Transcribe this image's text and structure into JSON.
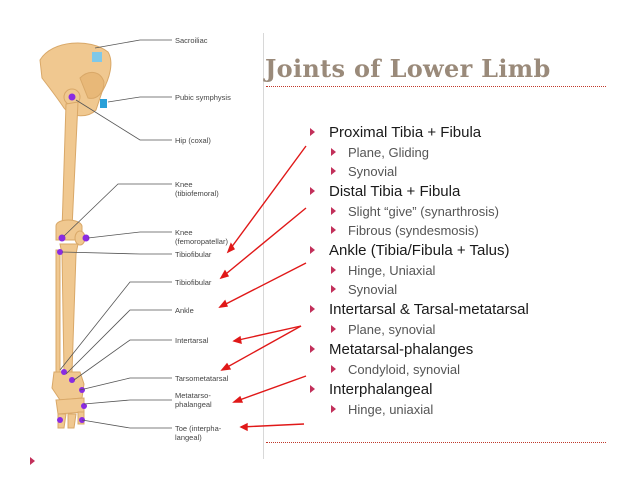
{
  "title": "Joints of Lower Limb",
  "figure_labels": {
    "sacroiliac": "Sacroiliac",
    "pubic_symphysis": "Pubic symphysis",
    "hip": "Hip (coxal)",
    "knee_tibiofemoral": "Knee\n(tibiofemoral)",
    "knee_femoropatellar": "Knee\n(femoropatellar)",
    "tibiofibular_1": "Tibiofibular",
    "tibiofibular_2": "Tibiofibular",
    "ankle": "Ankle",
    "intertarsal": "Intertarsal",
    "tarsometatarsal": "Tarsometatarsal",
    "metatarsophalangeal": "Metatarso-\nphalangeal",
    "toe": "Toe (interpha-\nlangeal)"
  },
  "bullets": [
    {
      "text": "Proximal Tibia + Fibula",
      "subs": [
        "Plane, Gliding",
        "Synovial"
      ]
    },
    {
      "text": "Distal Tibia + Fibula",
      "subs": [
        "Slight “give” (synarthrosis)",
        "Fibrous (syndesmosis)"
      ]
    },
    {
      "text": "Ankle (Tibia/Fibula + Talus)",
      "subs": [
        "Hinge, Uniaxial",
        "Synovial"
      ]
    },
    {
      "text": "Intertarsal & Tarsal-metatarsal",
      "subs": [
        "Plane, synovial"
      ]
    },
    {
      "text": "Metatarsal-phalanges",
      "subs": [
        "Condyloid, synovial"
      ]
    },
    {
      "text": "Interphalangeal",
      "subs": [
        "Hinge, uniaxial"
      ]
    }
  ],
  "colors": {
    "title": "#9a8a7a",
    "bullet_marker": "#c2305a",
    "arrow": "#e01818",
    "bone": "#f0c890",
    "joint": "#8a2be2",
    "accent_rule": "#c0392b"
  }
}
